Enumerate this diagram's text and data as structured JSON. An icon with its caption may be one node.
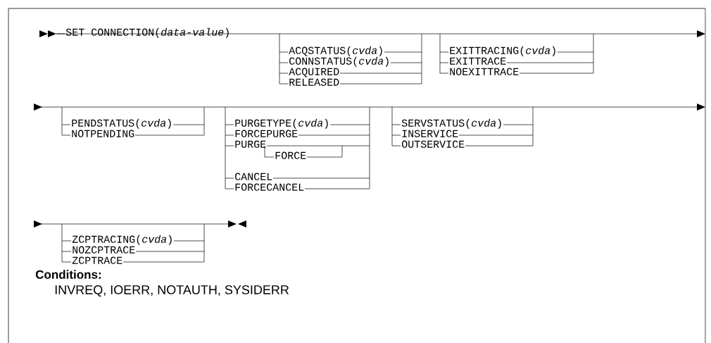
{
  "diagram": {
    "labels": [
      "SET CONNECTION(*data-value*)",
      "ACQSTATUS(*cvda*)",
      "CONNSTATUS(*cvda*)",
      "ACQUIRED",
      "RELEASED",
      "EXITTRACING(*cvda*)",
      "EXITTRACE",
      "NOEXITTRACE",
      "PENDSTATUS(*cvda*)",
      "NOTPENDING",
      "PURGETYPE(*cvda*)",
      "FORCEPURGE",
      "PURGE",
      "FORCE",
      "CANCEL",
      "FORCECANCEL",
      "SERVSTATUS(*cvda*)",
      "INSERVICE",
      "OUTSERVICE",
      "ZCPTRACING(*cvda*)",
      "NOZCPTRACE",
      "ZCPTRACE",
      "Conditions:",
      "INVREQ, IOERR, NOTAUTH, SYSIDERR"
    ]
  }
}
